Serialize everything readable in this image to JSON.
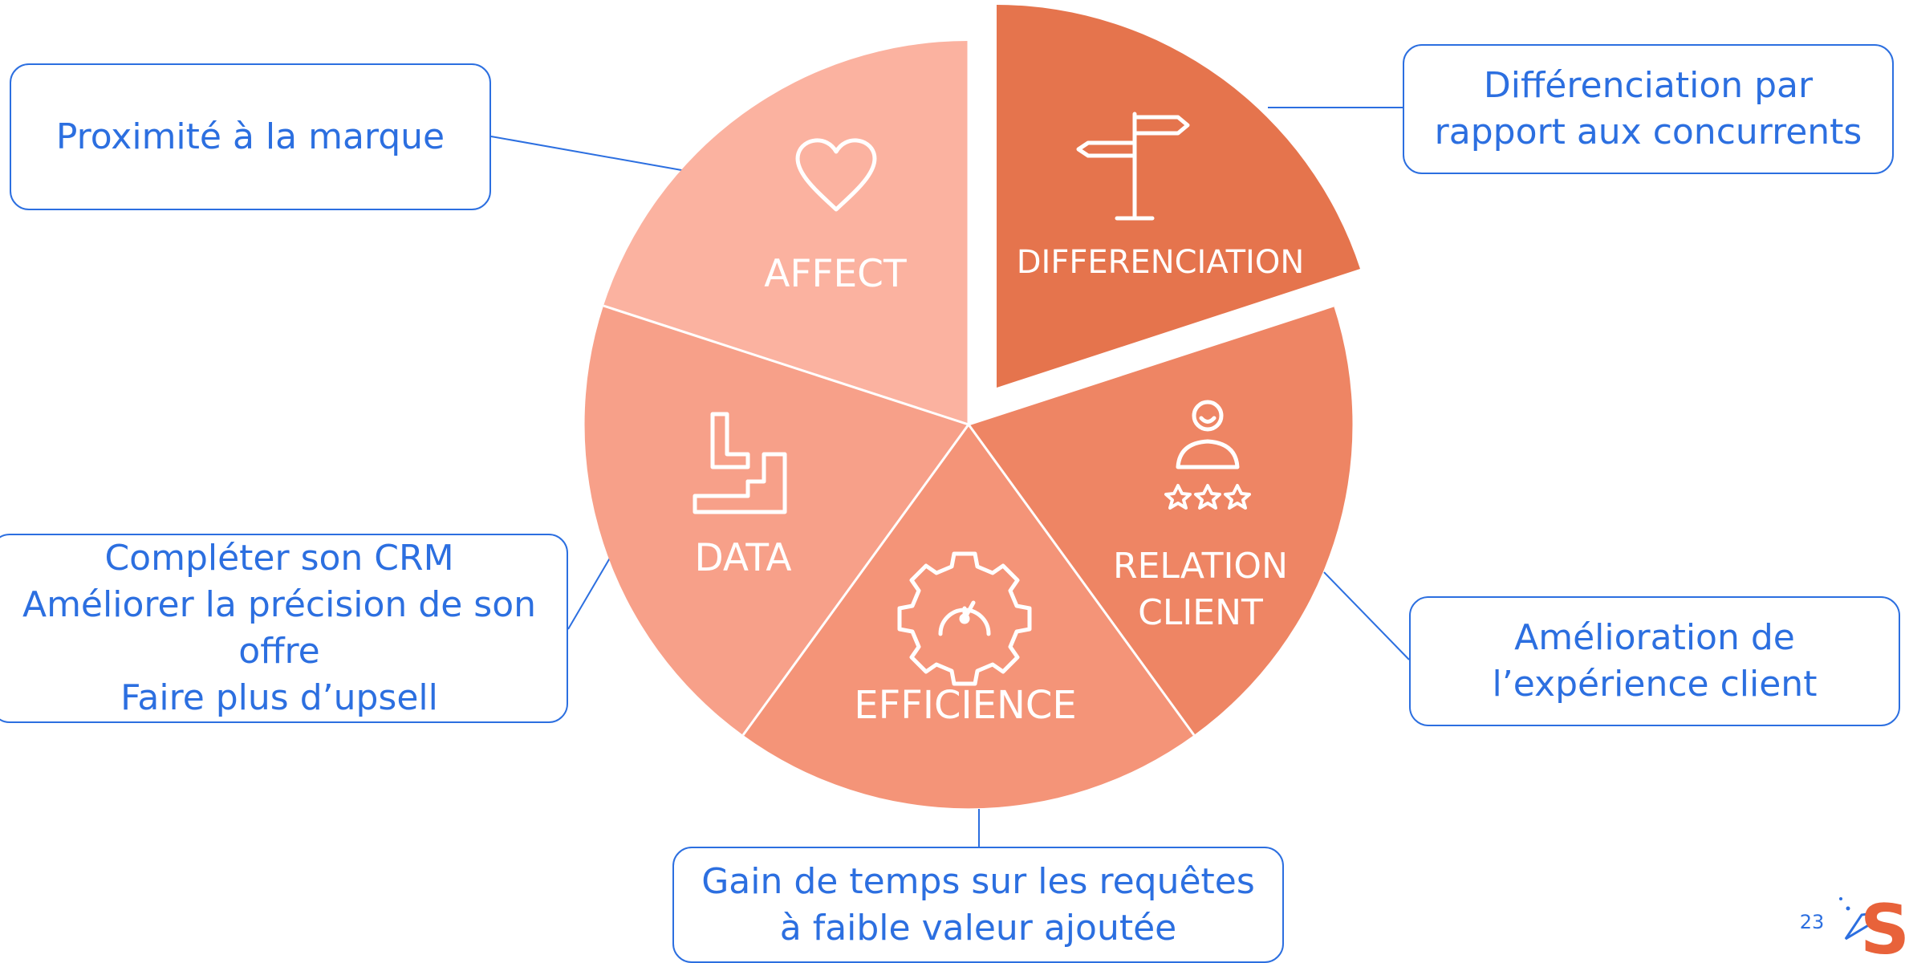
{
  "segments": [
    {
      "id": "differenciation",
      "label": "DIFFERENCIATION",
      "color": "#e5744d",
      "icon": "signpost-icon"
    },
    {
      "id": "relation",
      "label_lines": [
        "RELATION",
        "CLIENT"
      ],
      "color": "#ee8564",
      "icon": "customer-rating-icon"
    },
    {
      "id": "efficience",
      "label": "EFFICIENCE",
      "color": "#f49478",
      "icon": "gear-gauge-icon"
    },
    {
      "id": "data",
      "label": "DATA",
      "color": "#f7a089",
      "icon": "stairs-icon"
    },
    {
      "id": "affect",
      "label": "AFFECT",
      "color": "#fbb2a0",
      "icon": "heart-icon"
    }
  ],
  "callouts": {
    "affect": {
      "lines": [
        "Proximité à la marque"
      ]
    },
    "differenciation": {
      "lines": [
        "Différenciation par",
        "rapport aux concurrents"
      ]
    },
    "data": {
      "lines": [
        "Compléter son CRM",
        "Améliorer la précision de son",
        "offre",
        "Faire plus d’upsell"
      ]
    },
    "relation": {
      "lines": [
        "Amélioration de",
        "l’expérience client"
      ]
    },
    "efficience": {
      "lines": [
        "Gain de temps sur les requêtes",
        "à faible valeur ajoutée"
      ]
    }
  },
  "footer": {
    "page_number": "23",
    "logo_letter": "S"
  },
  "colors": {
    "accent": "#2c6fe0",
    "logo": "#e8623a"
  }
}
